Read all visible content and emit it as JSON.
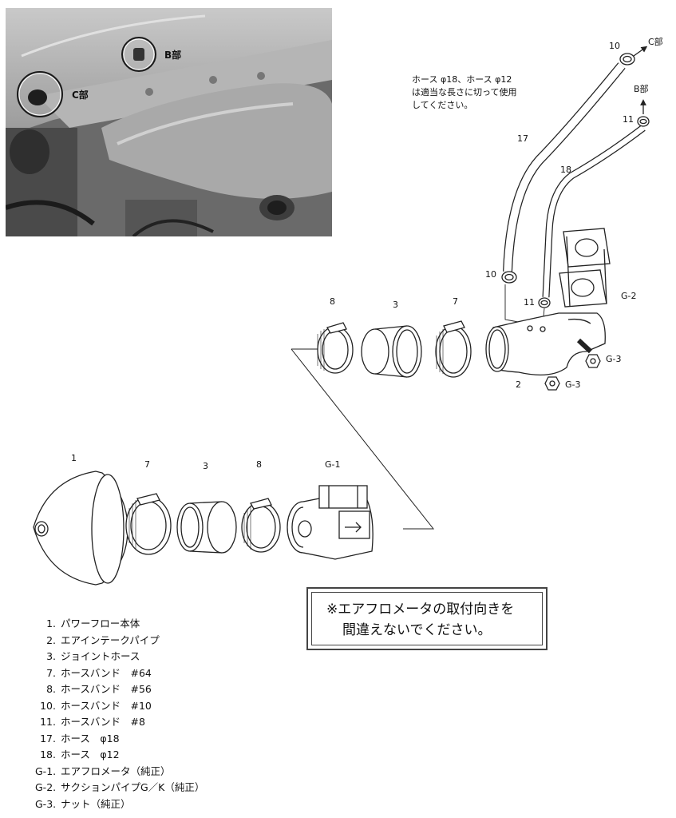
{
  "photo": {
    "label_b": "B部",
    "label_c": "C部"
  },
  "note": {
    "line1": "ホース φ18、ホース φ12",
    "line2": "は適当な長さに切って使用",
    "line3": "してください。"
  },
  "callouts": {
    "c10_top": "10",
    "c_to_c": "C部",
    "b_to_b": "B部",
    "c11_top": "11",
    "c17": "17",
    "c18": "18",
    "c10_mid": "10",
    "c11_mid": "11",
    "g2": "G-2",
    "g3a": "G-3",
    "g3b": "G-3",
    "c8_top": "8",
    "c3_top": "3",
    "c7_top": "7",
    "c2": "2",
    "c1": "1",
    "c7_bot": "7",
    "c3_bot": "3",
    "c8_bot": "8",
    "g1": "G-1"
  },
  "warning": {
    "line1": "※エアフロメータの取付向きを",
    "line2": "間違えないでください。"
  },
  "legend": [
    {
      "no": "1.",
      "text": "パワーフロー本体"
    },
    {
      "no": "2.",
      "text": "エアインテークパイプ"
    },
    {
      "no": "3.",
      "text": "ジョイントホース"
    },
    {
      "no": "7.",
      "text": "ホースバンド　#64"
    },
    {
      "no": "8.",
      "text": "ホースバンド　#56"
    },
    {
      "no": "10.",
      "text": "ホースバンド　#10"
    },
    {
      "no": "11.",
      "text": "ホースバンド　#8"
    },
    {
      "no": "17.",
      "text": "ホース　φ18"
    },
    {
      "no": "18.",
      "text": "ホース　φ12"
    },
    {
      "no": "G-1.",
      "text": "エアフロメータ（純正）"
    },
    {
      "no": "G-2.",
      "text": "サクションパイプG／K（純正）"
    },
    {
      "no": "G-3.",
      "text": "ナット（純正）"
    }
  ]
}
